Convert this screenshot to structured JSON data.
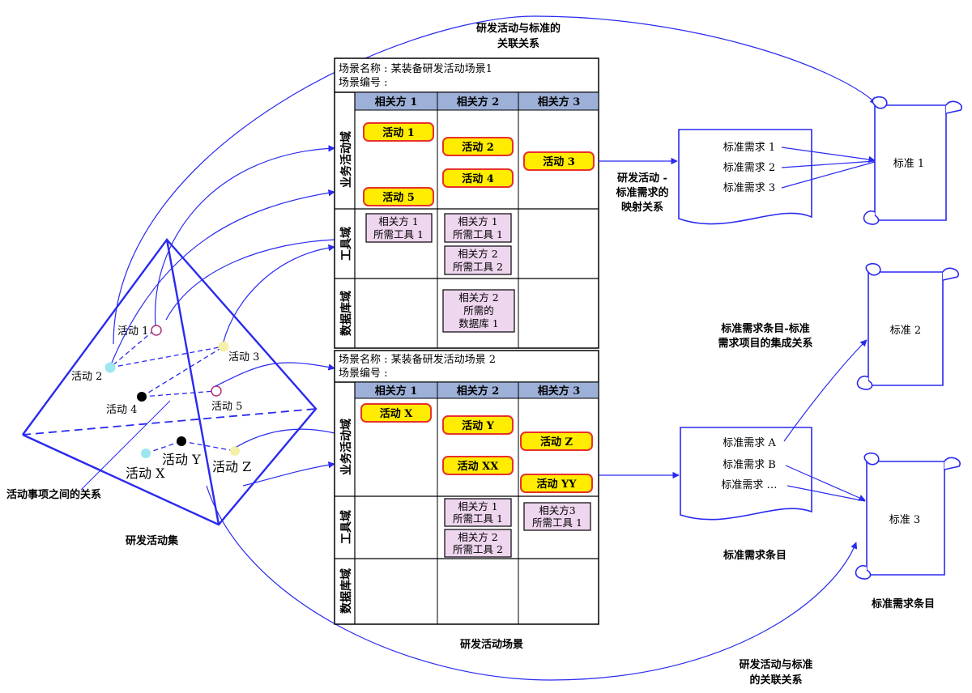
{
  "captions": {
    "top_relation_1": "研发活动与标准的",
    "top_relation_2": "关联关系",
    "bottom_relation_1": "研发活动与标准",
    "bottom_relation_2": "的关联关系",
    "scenes_caption": "研发活动场景",
    "activity_set": "研发活动集",
    "item_relation": "活动事项之间的关系",
    "mapping_1": "研发活动 -",
    "mapping_2": "标准需求的",
    "mapping_3": "映射关系",
    "integration_1": "标准需求条目-标准",
    "integration_2": "需求项目的集成关系",
    "req_items_1": "标准需求条目",
    "req_items_2": "标准需求条目"
  },
  "pyramid": {
    "nodes": {
      "n1": "活动 1",
      "n2": "活动 2",
      "n3": "活动 3",
      "n4": "活动 4",
      "n5": "活动 5",
      "nx": "活动 X",
      "ny": "活动 Y",
      "nz": "活动 Z"
    }
  },
  "scene1": {
    "name": "场景名称 : 某装备研发活动场景1",
    "id": "场景编号 :",
    "columns": [
      "相关方 1",
      "相关方 2",
      "相关方 3"
    ],
    "domains": {
      "biz": "业务活动域",
      "tool": "工具域",
      "db": "数据库域"
    },
    "activities": [
      "活动 1",
      "活动 2",
      "活动 3",
      "活动 4",
      "活动 5"
    ],
    "tools": {
      "t1a": "相关方 1",
      "t1b": "所需工具 1",
      "t2a": "相关方 1",
      "t2b": "所需工具 1",
      "t3a": "相关方 2",
      "t3b": "所需工具 2"
    },
    "db": {
      "a": "相关方 2",
      "b": "所需的",
      "c": "数据库 1"
    }
  },
  "scene2": {
    "name": "场景名称 : 某装备研发活动场景 2",
    "id": "场景编号 :",
    "columns": [
      "相关方 1",
      "相关方 2",
      "相关方 3"
    ],
    "domains": {
      "biz": "业务活动域",
      "tool": "工具域",
      "db": "数据库域"
    },
    "activities": [
      "活动 X",
      "活动 Y",
      "活动 Z",
      "活动 XX",
      "活动 YY"
    ],
    "tools": {
      "t1a": "相关方 1",
      "t1b": "所需工具 1",
      "t2a": "相关方 2",
      "t2b": "所需工具 2",
      "t3a": "相关方3",
      "t3b": "所需工具 1"
    }
  },
  "req_doc_1": [
    "标准需求 1",
    "标准需求 2",
    "标准需求 3"
  ],
  "req_doc_2": [
    "标准需求 A",
    "标准需求 B",
    "标准需求 …"
  ],
  "standards": [
    "标准 1",
    "标准 2",
    "标准 3"
  ],
  "colors": {
    "blue": "#2a2af0",
    "activity_fill": "#ffec00",
    "activity_stroke": "#e8312a",
    "tool_fill": "#efd6ef",
    "header_fill": "#9db0d8"
  }
}
